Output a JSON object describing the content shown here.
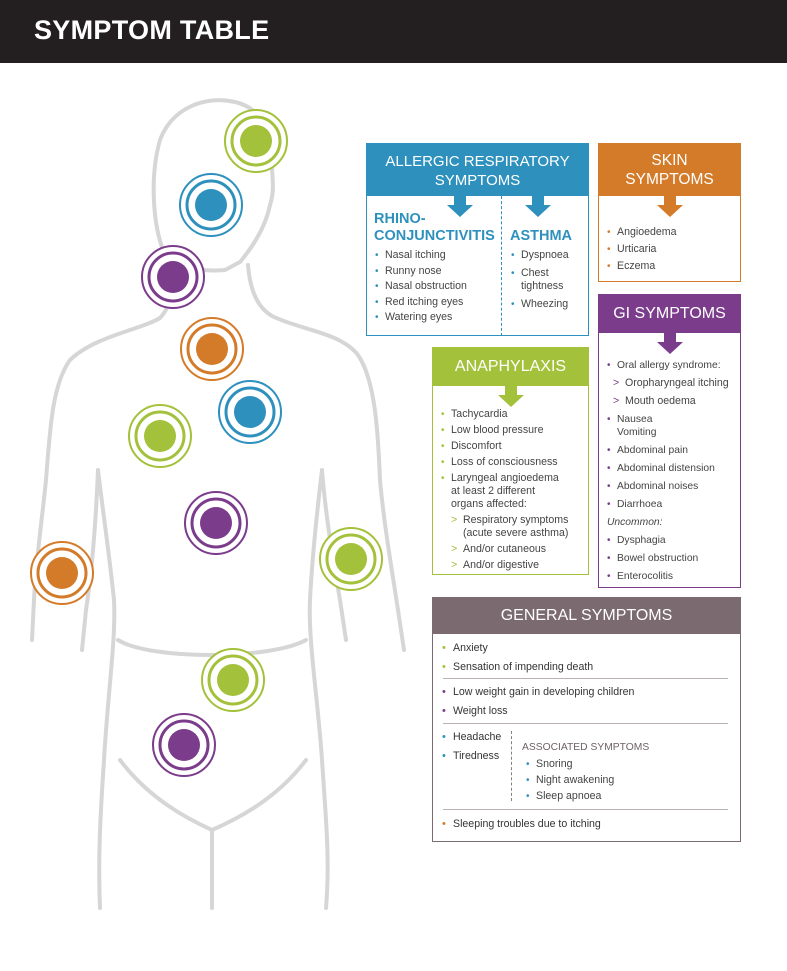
{
  "header": {
    "title": "SYMPTOM TABLE"
  },
  "colors": {
    "green": "#a3c13b",
    "blue": "#2e91bd",
    "purple": "#7b3c8c",
    "orange": "#d47b2a",
    "gray": "#7b6a6f"
  },
  "markers": [
    "green",
    "blue",
    "purple",
    "orange",
    "blue",
    "green",
    "purple",
    "orange",
    "green",
    "green",
    "purple"
  ],
  "respiratory": {
    "title_line1": "ALLERGIC RESPIRATORY",
    "title_line2": "SYMPTOMS",
    "rhino": {
      "title_line1": "RHINO-",
      "title_line2": "CONJUNCTIVITIS",
      "items": [
        "Nasal itching",
        "Runny nose",
        "Nasal obstruction",
        "Red itching eyes",
        "Watering eyes"
      ]
    },
    "asthma": {
      "title": "ASTHMA",
      "items": [
        "Dyspnoea",
        "Chest tightness",
        "Wheezing"
      ]
    }
  },
  "skin": {
    "title_line1": "SKIN",
    "title_line2": "SYMPTOMS",
    "items": [
      "Angioedema",
      "Urticaria",
      "Eczema"
    ]
  },
  "gi": {
    "title": "GI SYMPTOMS",
    "oral": "Oral allergy syndrome:",
    "oral_sub": [
      "Oropharyngeal itching",
      "Mouth oedema"
    ],
    "nausea": "Nausea",
    "vomiting": "Vomiting",
    "items": [
      "Abdominal pain",
      "Abdominal distension",
      "Abdominal noises",
      "Diarrhoea"
    ],
    "uncommon_label": "Uncommon:",
    "uncommon_items": [
      "Dysphagia",
      "Bowel obstruction",
      "Enterocolitis"
    ]
  },
  "anaphylaxis": {
    "title": "ANAPHYLAXIS",
    "items": [
      "Tachycardia",
      "Low blood pressure",
      "Discomfort",
      "Loss of consciousness"
    ],
    "laryngeal": "Laryngeal angioedema at least 2 different organs affected:",
    "sub_items": [
      "Respiratory symptoms (acute severe asthma)",
      "And/or cutaneous",
      "And/or digestive"
    ]
  },
  "general": {
    "title": "GENERAL SYMPTOMS",
    "group1": [
      "Anxiety",
      "Sensation of impending death"
    ],
    "group2": [
      "Low weight gain in developing children",
      "Weight loss"
    ],
    "group3": [
      "Headache",
      "Tiredness"
    ],
    "associated_title": "ASSOCIATED SYMPTOMS",
    "associated_items": [
      "Snoring",
      "Night awakening",
      "Sleep apnoea"
    ],
    "group4": [
      "Sleeping troubles due to itching"
    ]
  }
}
